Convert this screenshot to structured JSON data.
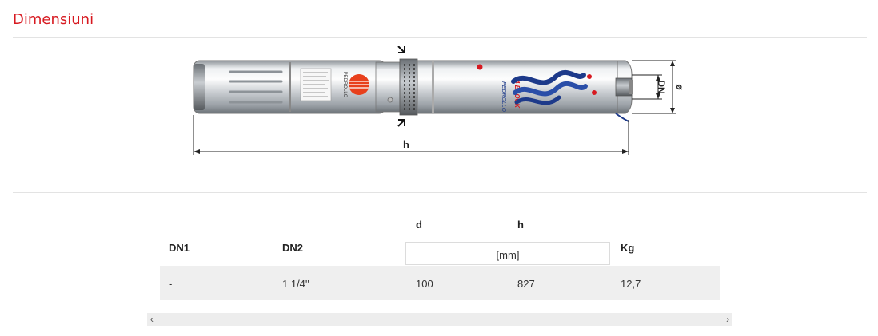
{
  "section_title": "Dimensiuni",
  "diagram": {
    "labels": {
      "height": "h",
      "nominal_diameter": "DN",
      "outer_diameter": "ø"
    },
    "brand_text": "PEDROLLO",
    "product_text": "4 BLOCK"
  },
  "table": {
    "headers": {
      "dn1": "DN1",
      "dn2": "DN2",
      "d": "d",
      "h": "h",
      "unit": "[mm]",
      "kg": "Kg"
    },
    "rows": [
      {
        "dn1": "-",
        "dn2": "1 1/4''",
        "d": "100",
        "h": "827",
        "kg": "12,7"
      }
    ]
  },
  "scrollbar": {
    "left_arrow": "‹",
    "right_arrow": "›"
  },
  "colors": {
    "title": "#d71920",
    "rule": "#e3e3e3",
    "row_bg": "#efefef"
  }
}
